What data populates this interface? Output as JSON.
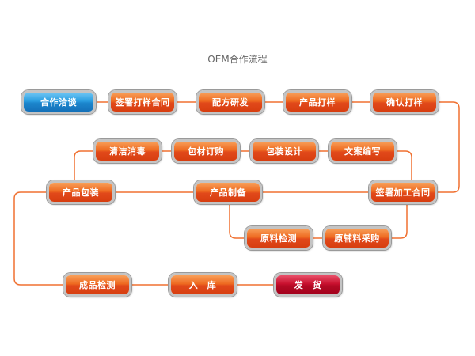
{
  "title": "OEM合作流程",
  "colors": {
    "connector": "#f07030",
    "node_orange": "#e8551e",
    "node_blue": "#1c86cd",
    "node_red": "#b40b25",
    "node_border": "#c4c4c4"
  },
  "nodes": {
    "cooperation_talk": "合作洽谈",
    "sign_sample_contract": "签署打样合同",
    "formula_rd": "配方研发",
    "product_sampling": "产品打样",
    "confirm_sample": "确认打样",
    "cleaning_disinfection": "清洁消毒",
    "packaging_ordering": "包材订购",
    "packaging_design": "包装设计",
    "copywriting": "文案编写",
    "product_packaging": "产品包装",
    "product_manufacturing": "产品制备",
    "sign_processing_contract": "签署加工合同",
    "material_inspection": "原料检测",
    "material_purchasing": "原辅料采购",
    "finished_inspection": "成品检测",
    "warehousing": "入　库",
    "shipping": "发　货"
  }
}
